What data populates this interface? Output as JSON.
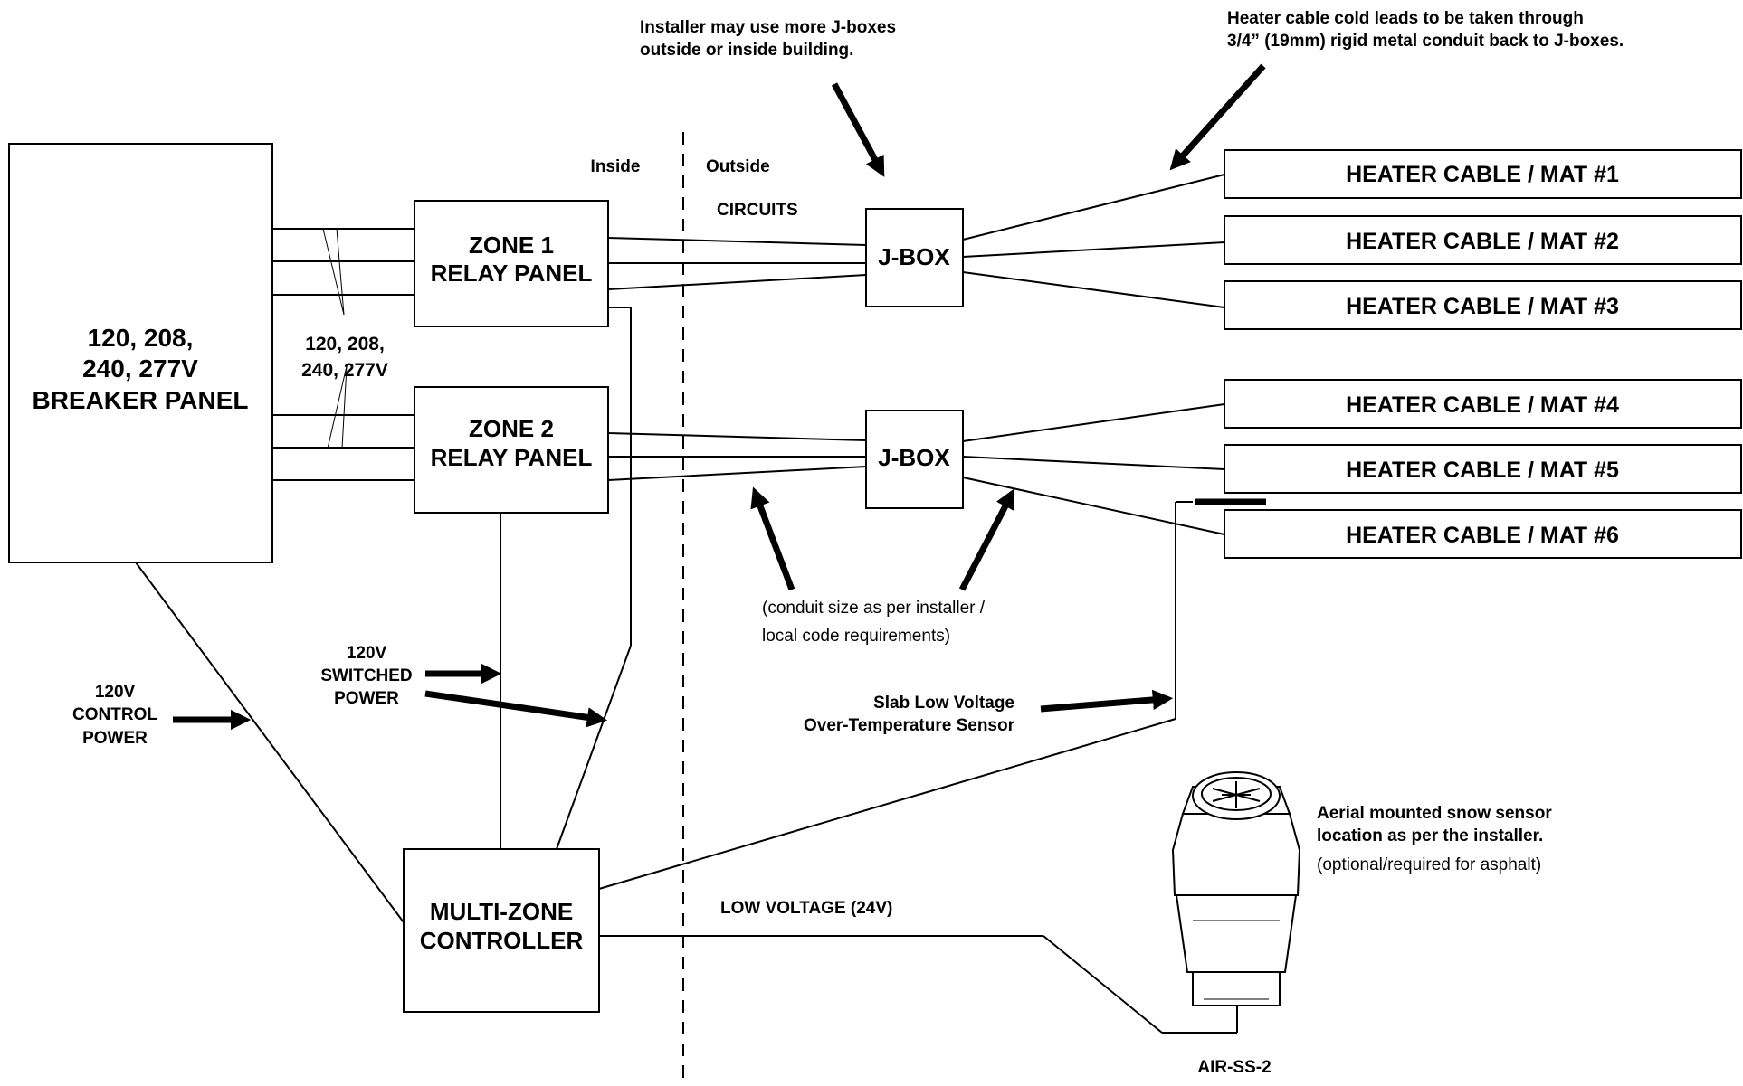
{
  "notes": {
    "jbox_note_line1": "Installer may use more J-boxes",
    "jbox_note_line2": "outside or inside building.",
    "cold_leads_line1": "Heater cable cold leads to be taken through",
    "cold_leads_line2": "3/4” (19mm) rigid metal conduit back to J-boxes."
  },
  "breaker_panel": {
    "line1": "120, 208,",
    "line2": "240, 277V",
    "line3": "BREAKER PANEL"
  },
  "supply_voltage": {
    "line1": "120, 208,",
    "line2": "240, 277V"
  },
  "zone1": {
    "line1": "ZONE 1",
    "line2": "RELAY PANEL"
  },
  "zone2": {
    "line1": "ZONE 2",
    "line2": "RELAY PANEL"
  },
  "boundary": {
    "inside": "Inside",
    "outside": "Outside",
    "circuits": "CIRCUITS"
  },
  "jbox": {
    "label": "J-BOX"
  },
  "heaters": [
    "HEATER CABLE / MAT  #1",
    "HEATER CABLE / MAT  #2",
    "HEATER CABLE / MAT #3",
    "HEATER CABLE / MAT  #4",
    "HEATER CABLE / MAT  #5",
    "HEATER CABLE / MAT  #6"
  ],
  "conduit_note": {
    "line1": "(conduit size as per installer /",
    "line2": "local code requirements)"
  },
  "switched_power": {
    "line1": "120V",
    "line2": "SWITCHED",
    "line3": "POWER"
  },
  "control_power": {
    "line1": "120V",
    "line2": "CONTROL",
    "line3": "POWER"
  },
  "slab_sensor": {
    "line1": "Slab Low Voltage",
    "line2": "Over-Temperature Sensor"
  },
  "controller": {
    "line1": "MULTI-ZONE",
    "line2": "CONTROLLER"
  },
  "low_voltage": "LOW VOLTAGE (24V)",
  "snow_sensor": {
    "line1": "Aerial mounted snow sensor",
    "line2": "location as per the installer.",
    "line3": "(optional/required for asphalt)",
    "model": "AIR-SS-2"
  }
}
